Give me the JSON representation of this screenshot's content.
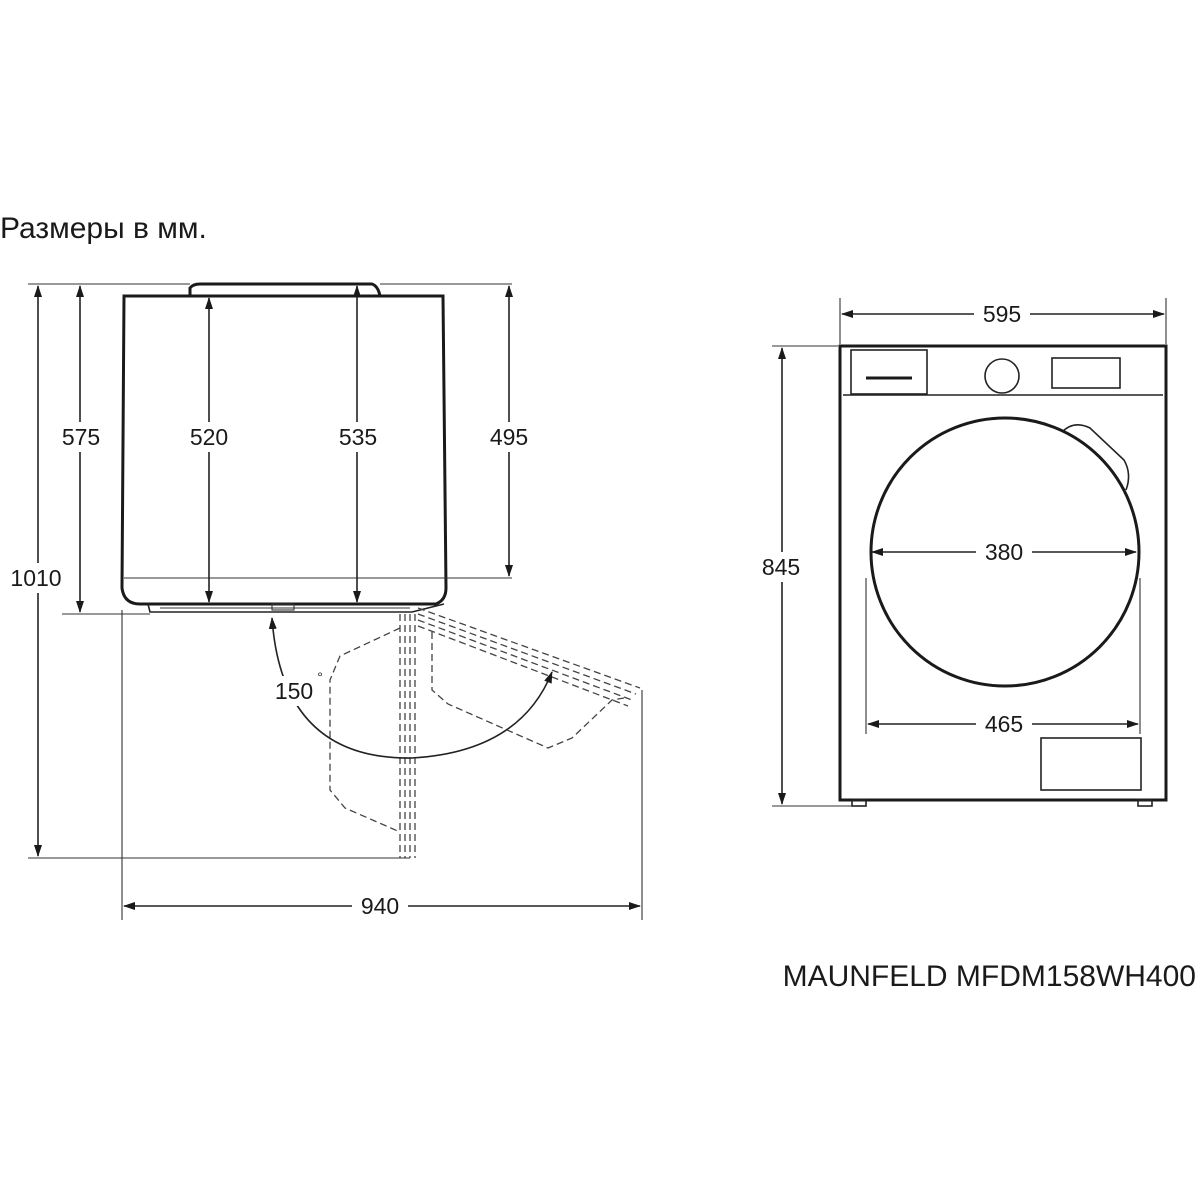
{
  "header": {
    "title": "Размеры в мм."
  },
  "footer": {
    "model": "MAUNFELD MFDM158WH400"
  },
  "side_view": {
    "labels": {
      "total_height_with_door": "1010",
      "depth_with_feet": "575",
      "body_depth": "520",
      "depth_with_lid": "535",
      "top_depth": "495",
      "door_angle": "150",
      "degree_symbol": "°",
      "total_width_door_open": "940"
    }
  },
  "front_view": {
    "labels": {
      "width": "595",
      "height": "845",
      "door_glass_diameter": "380",
      "door_outer_diameter": "465"
    }
  }
}
